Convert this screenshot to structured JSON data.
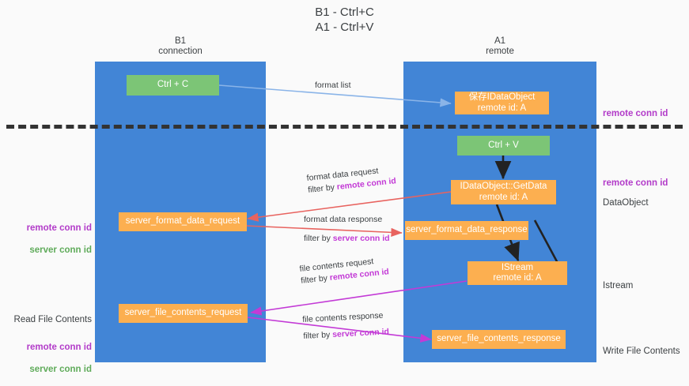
{
  "title": "B1 - Ctrl+C\nA1 - Ctrl+V",
  "columns": {
    "left": {
      "name": "B1",
      "role": "connection",
      "label": "B1\nconnection"
    },
    "right": {
      "name": "A1",
      "role": "remote",
      "label": "A1\nremote"
    }
  },
  "colors": {
    "lane": "#4285d6",
    "green_box": "#7cc576",
    "orange_box": "#fcaf50",
    "purple_text": "#b23bc9",
    "green_text": "#5fab5a",
    "divider": "#333333",
    "arrow_blue": "#8ab4e8",
    "arrow_red": "#e8635f",
    "arrow_magenta": "#c33ad6",
    "arrow_black": "#222222",
    "background": "#fafafa"
  },
  "nodes": {
    "ctrl_c": {
      "label": "Ctrl + C",
      "lane": "B1",
      "style": "green"
    },
    "save_idataobject": {
      "label": "保存IDataObject\nremote id: A",
      "lane": "A1",
      "style": "orange"
    },
    "ctrl_v": {
      "label": "Ctrl + V",
      "lane": "A1",
      "style": "green"
    },
    "getdata": {
      "label": "IDataObject::GetData\nremote id: A",
      "lane": "A1",
      "style": "orange"
    },
    "fmt_req": {
      "label": "server_format_data_request",
      "lane": "B1",
      "style": "orange"
    },
    "fmt_resp": {
      "label": "server_format_data_response",
      "lane": "A1",
      "style": "orange"
    },
    "istream": {
      "label": "IStream\nremote id: A",
      "lane": "A1",
      "style": "orange"
    },
    "file_req": {
      "label": "server_file_contents_request",
      "lane": "B1",
      "style": "orange"
    },
    "file_resp": {
      "label": "server_file_contents_response",
      "lane": "A1",
      "style": "orange"
    }
  },
  "edges": [
    {
      "id": "format-list",
      "line1": "format list",
      "line2": "",
      "filter_by": "",
      "color": "#8ab4e8"
    },
    {
      "id": "format-data-request",
      "line1": "format data request",
      "line2": "filter by ",
      "filter_by": "remote conn id",
      "color": "#e8635f"
    },
    {
      "id": "format-data-response",
      "line1": "format data response",
      "line2": "filter by ",
      "filter_by": "server conn id",
      "color": "#e8635f"
    },
    {
      "id": "file-contents-request",
      "line1": "file contents request",
      "line2": "filter by ",
      "filter_by": "remote conn id",
      "color": "#c33ad6"
    },
    {
      "id": "file-contents-response",
      "line1": "file contents response",
      "line2": "filter by ",
      "filter_by": "server conn id",
      "color": "#c33ad6"
    }
  ],
  "annotations_right": [
    {
      "id": "ann-remote-conn-id-1",
      "purple": "remote conn id",
      "plain": ""
    },
    {
      "id": "ann-remote-conn-id-2",
      "purple": "remote conn id",
      "plain": ""
    },
    {
      "id": "ann-dataobject",
      "purple": "",
      "plain": "DataObject"
    },
    {
      "id": "ann-istream",
      "purple": "",
      "plain": "Istream"
    },
    {
      "id": "ann-write-file",
      "purple": "",
      "plain": "Write File Contents"
    }
  ],
  "annotations_left": [
    {
      "id": "ann-conn-ids",
      "heading": "",
      "purple": "remote conn id",
      "green": "server conn id"
    },
    {
      "id": "ann-read-file",
      "heading": "Read File Contents",
      "purple": "remote conn id",
      "green": "server conn id"
    }
  ]
}
